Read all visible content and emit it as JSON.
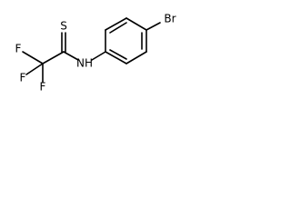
{
  "molecule": {
    "atoms": {
      "sulfur": "S",
      "fluorine_1": "F",
      "fluorine_2": "F",
      "fluorine_3": "F",
      "amine": "NH",
      "bromine": "Br"
    }
  }
}
